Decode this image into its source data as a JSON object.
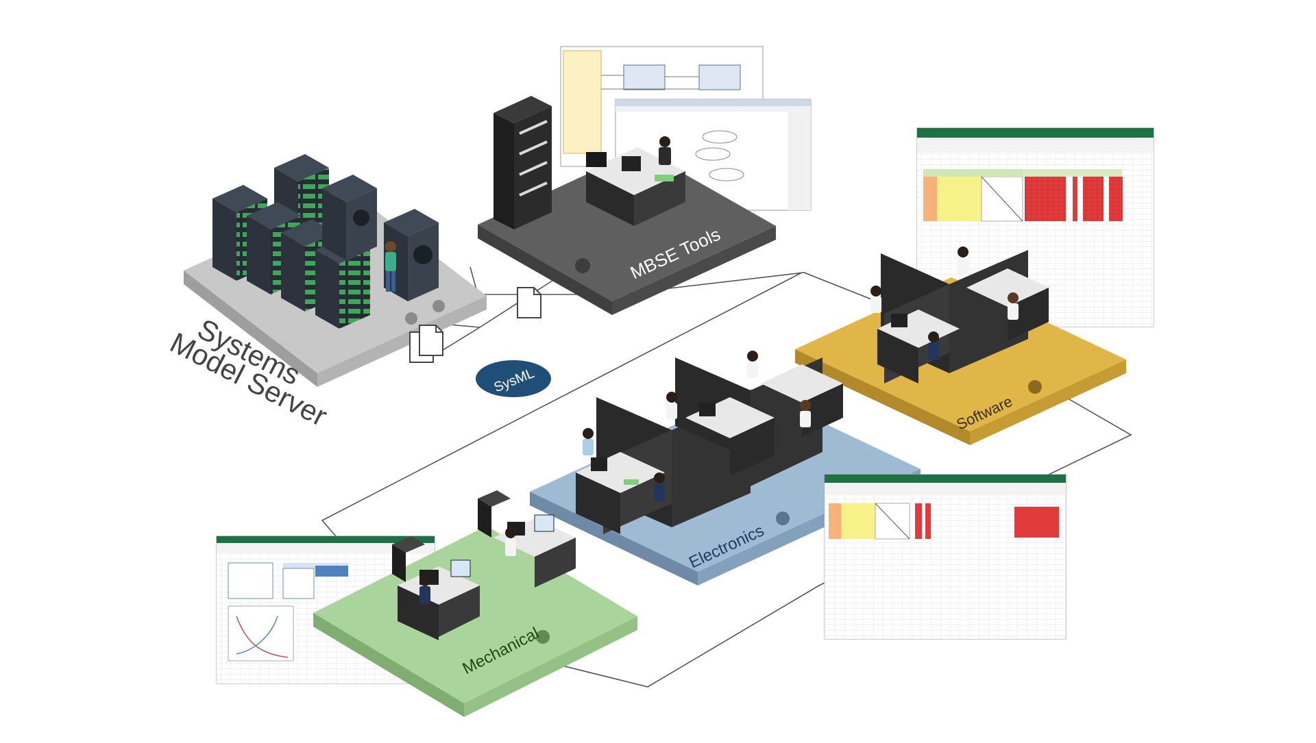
{
  "labels": {
    "systems_model_server_line1": "Systems",
    "systems_model_server_line2": "Model Server",
    "mbse_tools": "MBSE Tools",
    "sysml": "SysML",
    "software": "Software",
    "electronics": "Electronics",
    "mechanical": "Mechanical"
  },
  "colors": {
    "server_platform": "#c8c8c8",
    "mbse_platform": "#5f5f5f",
    "software_platform": "#e0b648",
    "electronics_platform": "#9fbad3",
    "mechanical_platform": "#a9d49b",
    "sysml_badge": "#1f4e79",
    "excel_green": "#1e7145",
    "cubicle_panel": "#2a2a2a"
  },
  "icons": [
    "server-rack-icon",
    "document-icon",
    "double-document-icon",
    "spreadsheet-icon",
    "uml-diagram-icon",
    "workstation-icon",
    "person-icon"
  ]
}
